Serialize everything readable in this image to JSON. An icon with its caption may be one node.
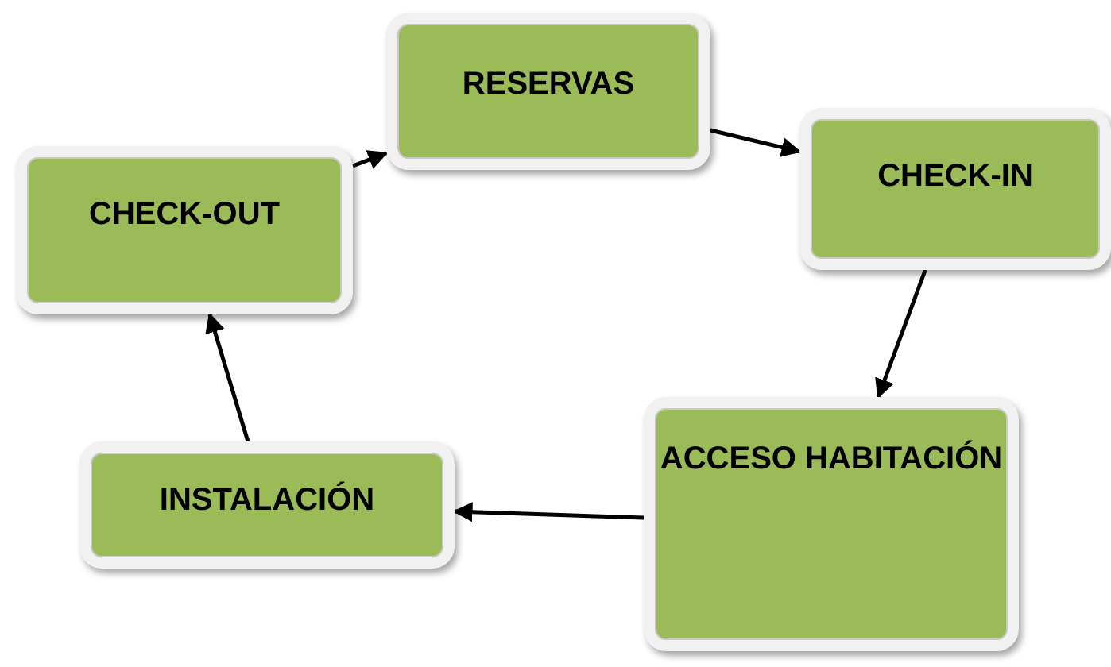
{
  "diagram": {
    "nodes": [
      {
        "text": [
          "RESERVAS"
        ]
      },
      {
        "text": [
          "CHECK-IN"
        ]
      },
      {
        "text": [
          "ACCESO HABITACIÓN"
        ]
      },
      {
        "text": [
          "INSTALACIÓN"
        ]
      },
      {
        "text": [
          "CHECK-OUT"
        ]
      }
    ],
    "edges": [
      {
        "from": 0,
        "to": 1,
        "arrow": "to"
      },
      {
        "from": 1,
        "to": 2,
        "arrow": "to"
      },
      {
        "from": 2,
        "to": 3,
        "arrow": "to"
      },
      {
        "from": 3,
        "to": 4,
        "arrow": "to"
      },
      {
        "from": 4,
        "to": 0,
        "arrow": "to"
      }
    ]
  }
}
